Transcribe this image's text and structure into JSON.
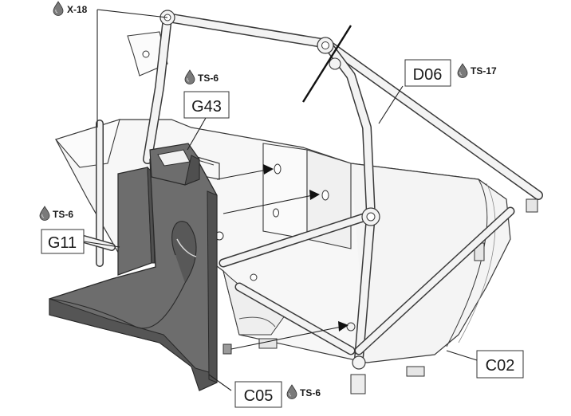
{
  "colors": {
    "seat": "#6d6d6d",
    "seat_dark": "#4f4f4f",
    "frame": "#f2f2f2",
    "line": "#3a3a3a",
    "drop": "#7a7a7a"
  },
  "icons": {
    "paint": "paint-drop-icon",
    "arrow": "arrow-head-icon"
  },
  "parts": {
    "d06": "D06",
    "g43": "G43",
    "g11": "G11",
    "c05": "C05",
    "c02": "C02"
  },
  "paints": {
    "x18": "X-18",
    "ts17": "TS-17",
    "ts6_g43": "TS-6",
    "ts6_g11": "TS-6",
    "ts6_c05": "TS-6"
  }
}
